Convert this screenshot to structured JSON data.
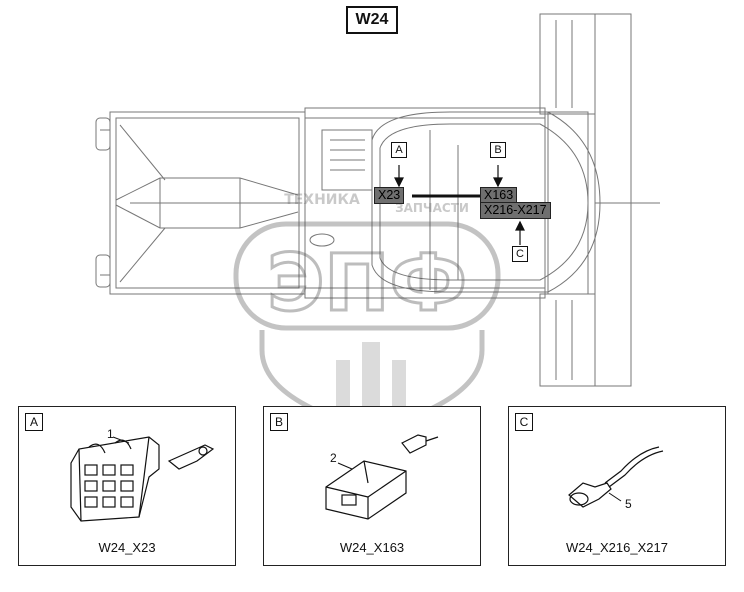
{
  "diagram": {
    "title": "W24",
    "markers": {
      "a": "A",
      "b": "B",
      "c": "C"
    },
    "connector_labels": {
      "x23": "X23",
      "x163": "X163",
      "x216_x217": "X216-X217"
    },
    "watermark": {
      "text": "ЭПФ",
      "side_text_left": "ТЕХНИКА",
      "side_text_right": "ЗАПЧАСТИ"
    }
  },
  "panels": [
    {
      "tag": "A",
      "part_number": "1",
      "caption": "W24_X23"
    },
    {
      "tag": "B",
      "part_number": "2",
      "caption": "W24_X163"
    },
    {
      "tag": "C",
      "part_number": "5",
      "caption": "W24_X216_X217"
    }
  ]
}
